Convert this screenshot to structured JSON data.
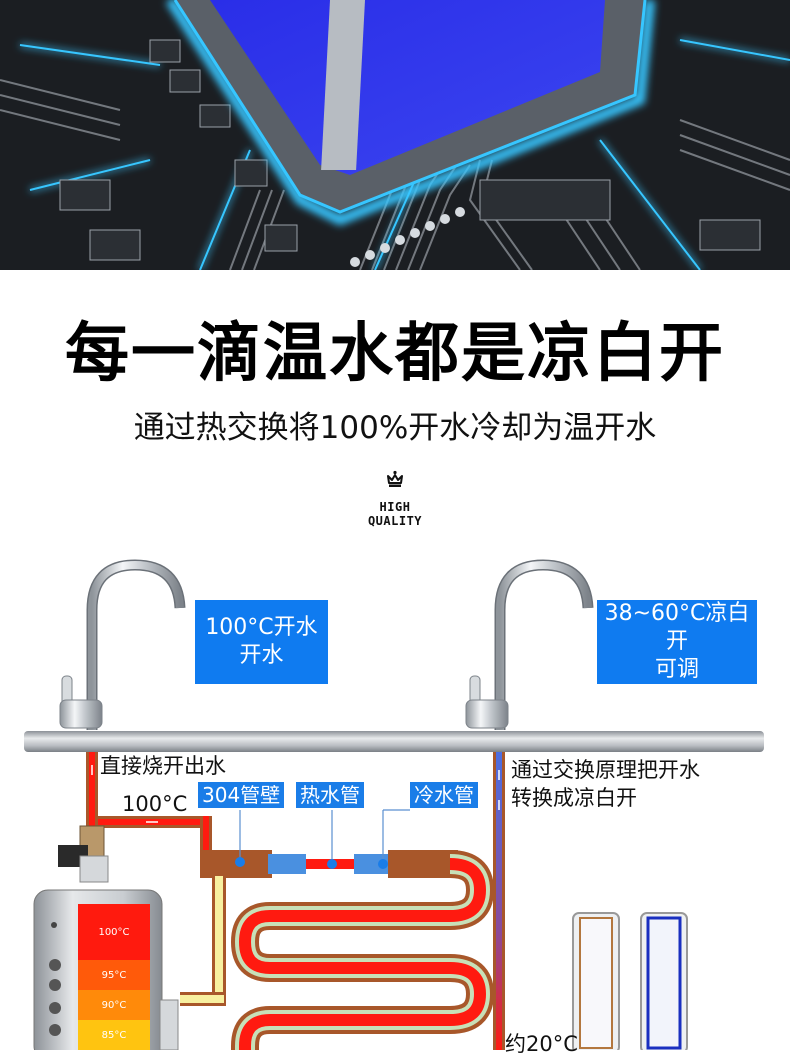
{
  "hero": {
    "image": "glowing-blue-cpu-chip-on-circuit-board"
  },
  "header": {
    "title": "每一滴温水都是凉白开",
    "subtitle": "通过热交换将100%开水冷却为温开水"
  },
  "badge": {
    "icon": "crown-icon",
    "line1": "HIGH",
    "line2": "QUALITY"
  },
  "taps": [
    {
      "label_line1": "100°C开水",
      "label_line2": "开水"
    },
    {
      "label_line1": "38~60°C凉白开",
      "label_line2": "可调"
    }
  ],
  "diagram": {
    "left_note": "直接烧开出水",
    "left_temp": "100°C",
    "tags": [
      "304管壁",
      "热水管",
      "冷水管"
    ],
    "right_note_line1": "通过交换原理把开水",
    "right_note_line2": "转换成凉白开",
    "inlet_temp": "约20°C",
    "tank_levels": [
      "100°C",
      "95°C",
      "90°C",
      "85°C"
    ],
    "colors": {
      "hot": "#ff1a10",
      "copper": "#a8572a",
      "cold": "#4a90e0",
      "label_blue": "#1a7de8",
      "level_100": "#ff1a0e",
      "level_95": "#ff5a0a",
      "level_90": "#ff8a0a",
      "level_85": "#ffc410"
    }
  }
}
